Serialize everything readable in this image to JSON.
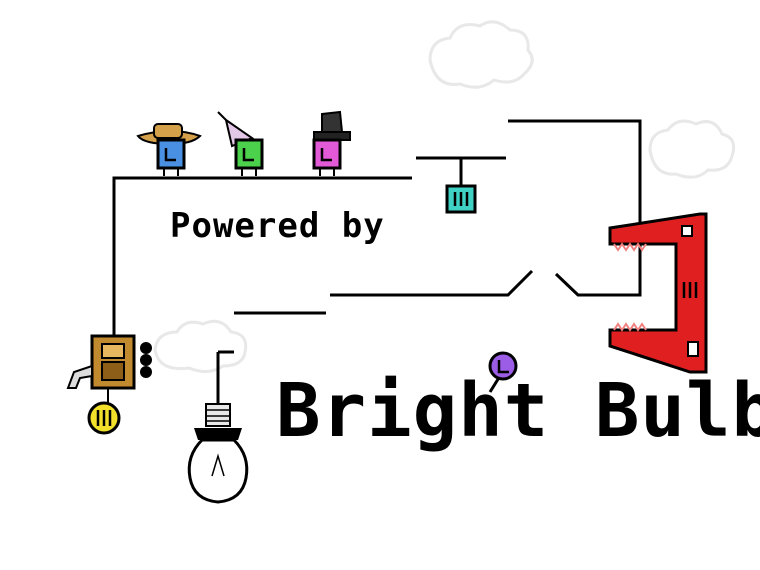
{
  "title_screen": {
    "powered_by": "Powered by",
    "brand_name": "Bright Bulb"
  },
  "characters": [
    {
      "name": "straw-hat",
      "hat": "straw",
      "body_color": "#4a90e2",
      "glyph": "L"
    },
    {
      "name": "party-hat",
      "hat": "party",
      "body_color": "#4cd14c",
      "glyph": "L"
    },
    {
      "name": "top-hat",
      "hat": "top",
      "body_color": "#e35ad8",
      "glyph": "L"
    }
  ],
  "colors": {
    "outline": "#000000",
    "wire": "#000000",
    "teal_box": "#40d1c5",
    "red_creature": "#e02020",
    "red_teeth": "#f08080",
    "brown_robot": "#c28a2e",
    "yellow_battery": "#f3e02b",
    "purple_pin": "#9b5de5",
    "cloud": "#e8e8e8"
  },
  "icons": {
    "battery": "yellow-battery-icon",
    "pin": "purple-pin-icon",
    "bulb": "lightbulb-icon",
    "switch_box": "teal-switch-box-icon"
  }
}
